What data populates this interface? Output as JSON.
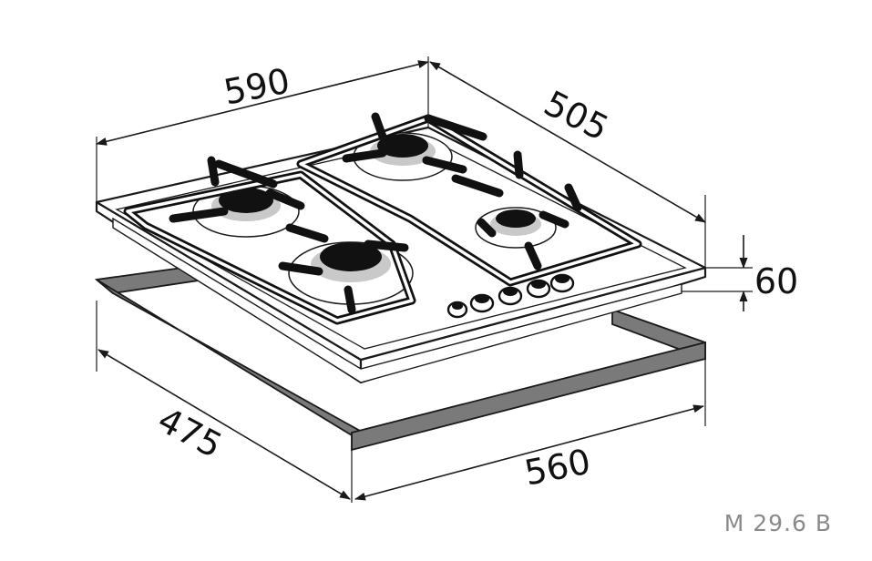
{
  "dimensions": {
    "width_top": "590",
    "depth_top": "505",
    "height": "60",
    "cutout_depth": "475",
    "cutout_width": "560"
  },
  "model_code": "M 29.6 B",
  "colors": {
    "line": "#1a1a1a",
    "cutout_frame": "#7a7a7a",
    "model_text": "#8a8a8a",
    "burner_cap": "#111111"
  },
  "icons": {
    "knobs": 5,
    "burners": 4
  }
}
